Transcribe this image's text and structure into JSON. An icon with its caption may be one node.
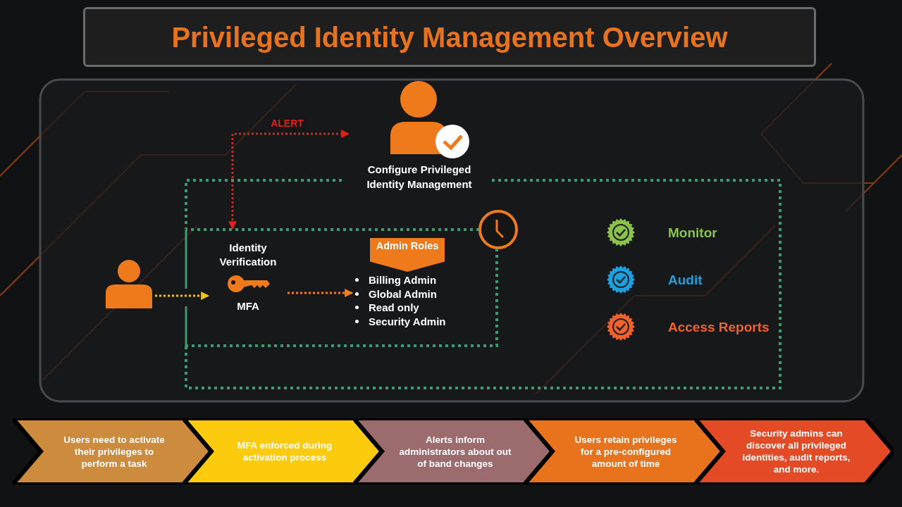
{
  "diagram": {
    "title": "Privileged Identity Management Overview",
    "nodes": [
      {
        "text": [
          "Configure Privileged Identity Management"
        ]
      },
      {
        "text": [],
        "shape": "box"
      },
      {
        "text": [],
        "shape": "box",
        "in": 1
      },
      {
        "text": [],
        "shape": "person"
      },
      {
        "text": [
          "Identity Verification",
          "MFA"
        ],
        "in": 2
      },
      {
        "text": [
          "Admin Roles",
          "Billing Admin",
          "Global Admin",
          "Read only",
          "Security Admin"
        ],
        "in": 2
      },
      {
        "text": [
          "Users need to activate their privileges to perform a task"
        ]
      },
      {
        "text": [
          "MFA enforced during activation process"
        ]
      },
      {
        "text": [
          "Alerts inform administrators about out of band changes"
        ]
      },
      {
        "text": [
          "Users retain privileges for a pre-configured amount of time"
        ]
      },
      {
        "text": [
          "Security admins can discover all privileged identities, audit reports, and more."
        ]
      }
    ],
    "edges": [
      {
        "from": 2,
        "to": 0,
        "arrow": "both",
        "label": "ALERT",
        "style": "dashed",
        "color": "#e0211b"
      },
      {
        "from": 3,
        "to": 4,
        "arrow": "to",
        "style": "dashed",
        "color": "#f2c21b"
      },
      {
        "from": 4,
        "to": 5,
        "arrow": "to",
        "style": "dashed",
        "color": "#f0801e"
      }
    ],
    "labels": [
      "Monitor",
      "Audit",
      "Access Reports"
    ]
  }
}
